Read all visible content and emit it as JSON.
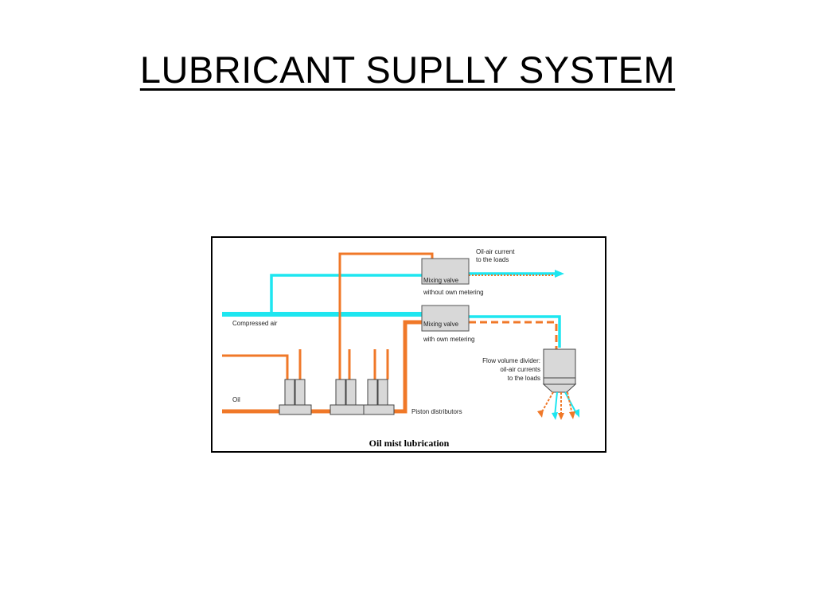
{
  "slide": {
    "title": "LUBRICANT SUPLLY SYSTEM"
  },
  "diagram": {
    "caption": "Oil mist lubrication",
    "labels": {
      "oil_air_line1": "Oil-air current",
      "oil_air_line2": "to the loads",
      "mixing_valve_1": "Mixing valve",
      "mixing_valve_1_sub": "without own metering",
      "mixing_valve_2": "Mixing valve",
      "mixing_valve_2_sub": "with own metering",
      "compressed_air": "Compressed air",
      "oil": "Oil",
      "piston_distributors": "Piston distributors",
      "divider_line1": "Flow volume divider:",
      "divider_line2": "oil-air currents",
      "divider_line3": "to the loads"
    },
    "colors": {
      "air": "#1ee6f0",
      "oil": "#f07828",
      "component_fill": "#d8d8d8"
    }
  }
}
